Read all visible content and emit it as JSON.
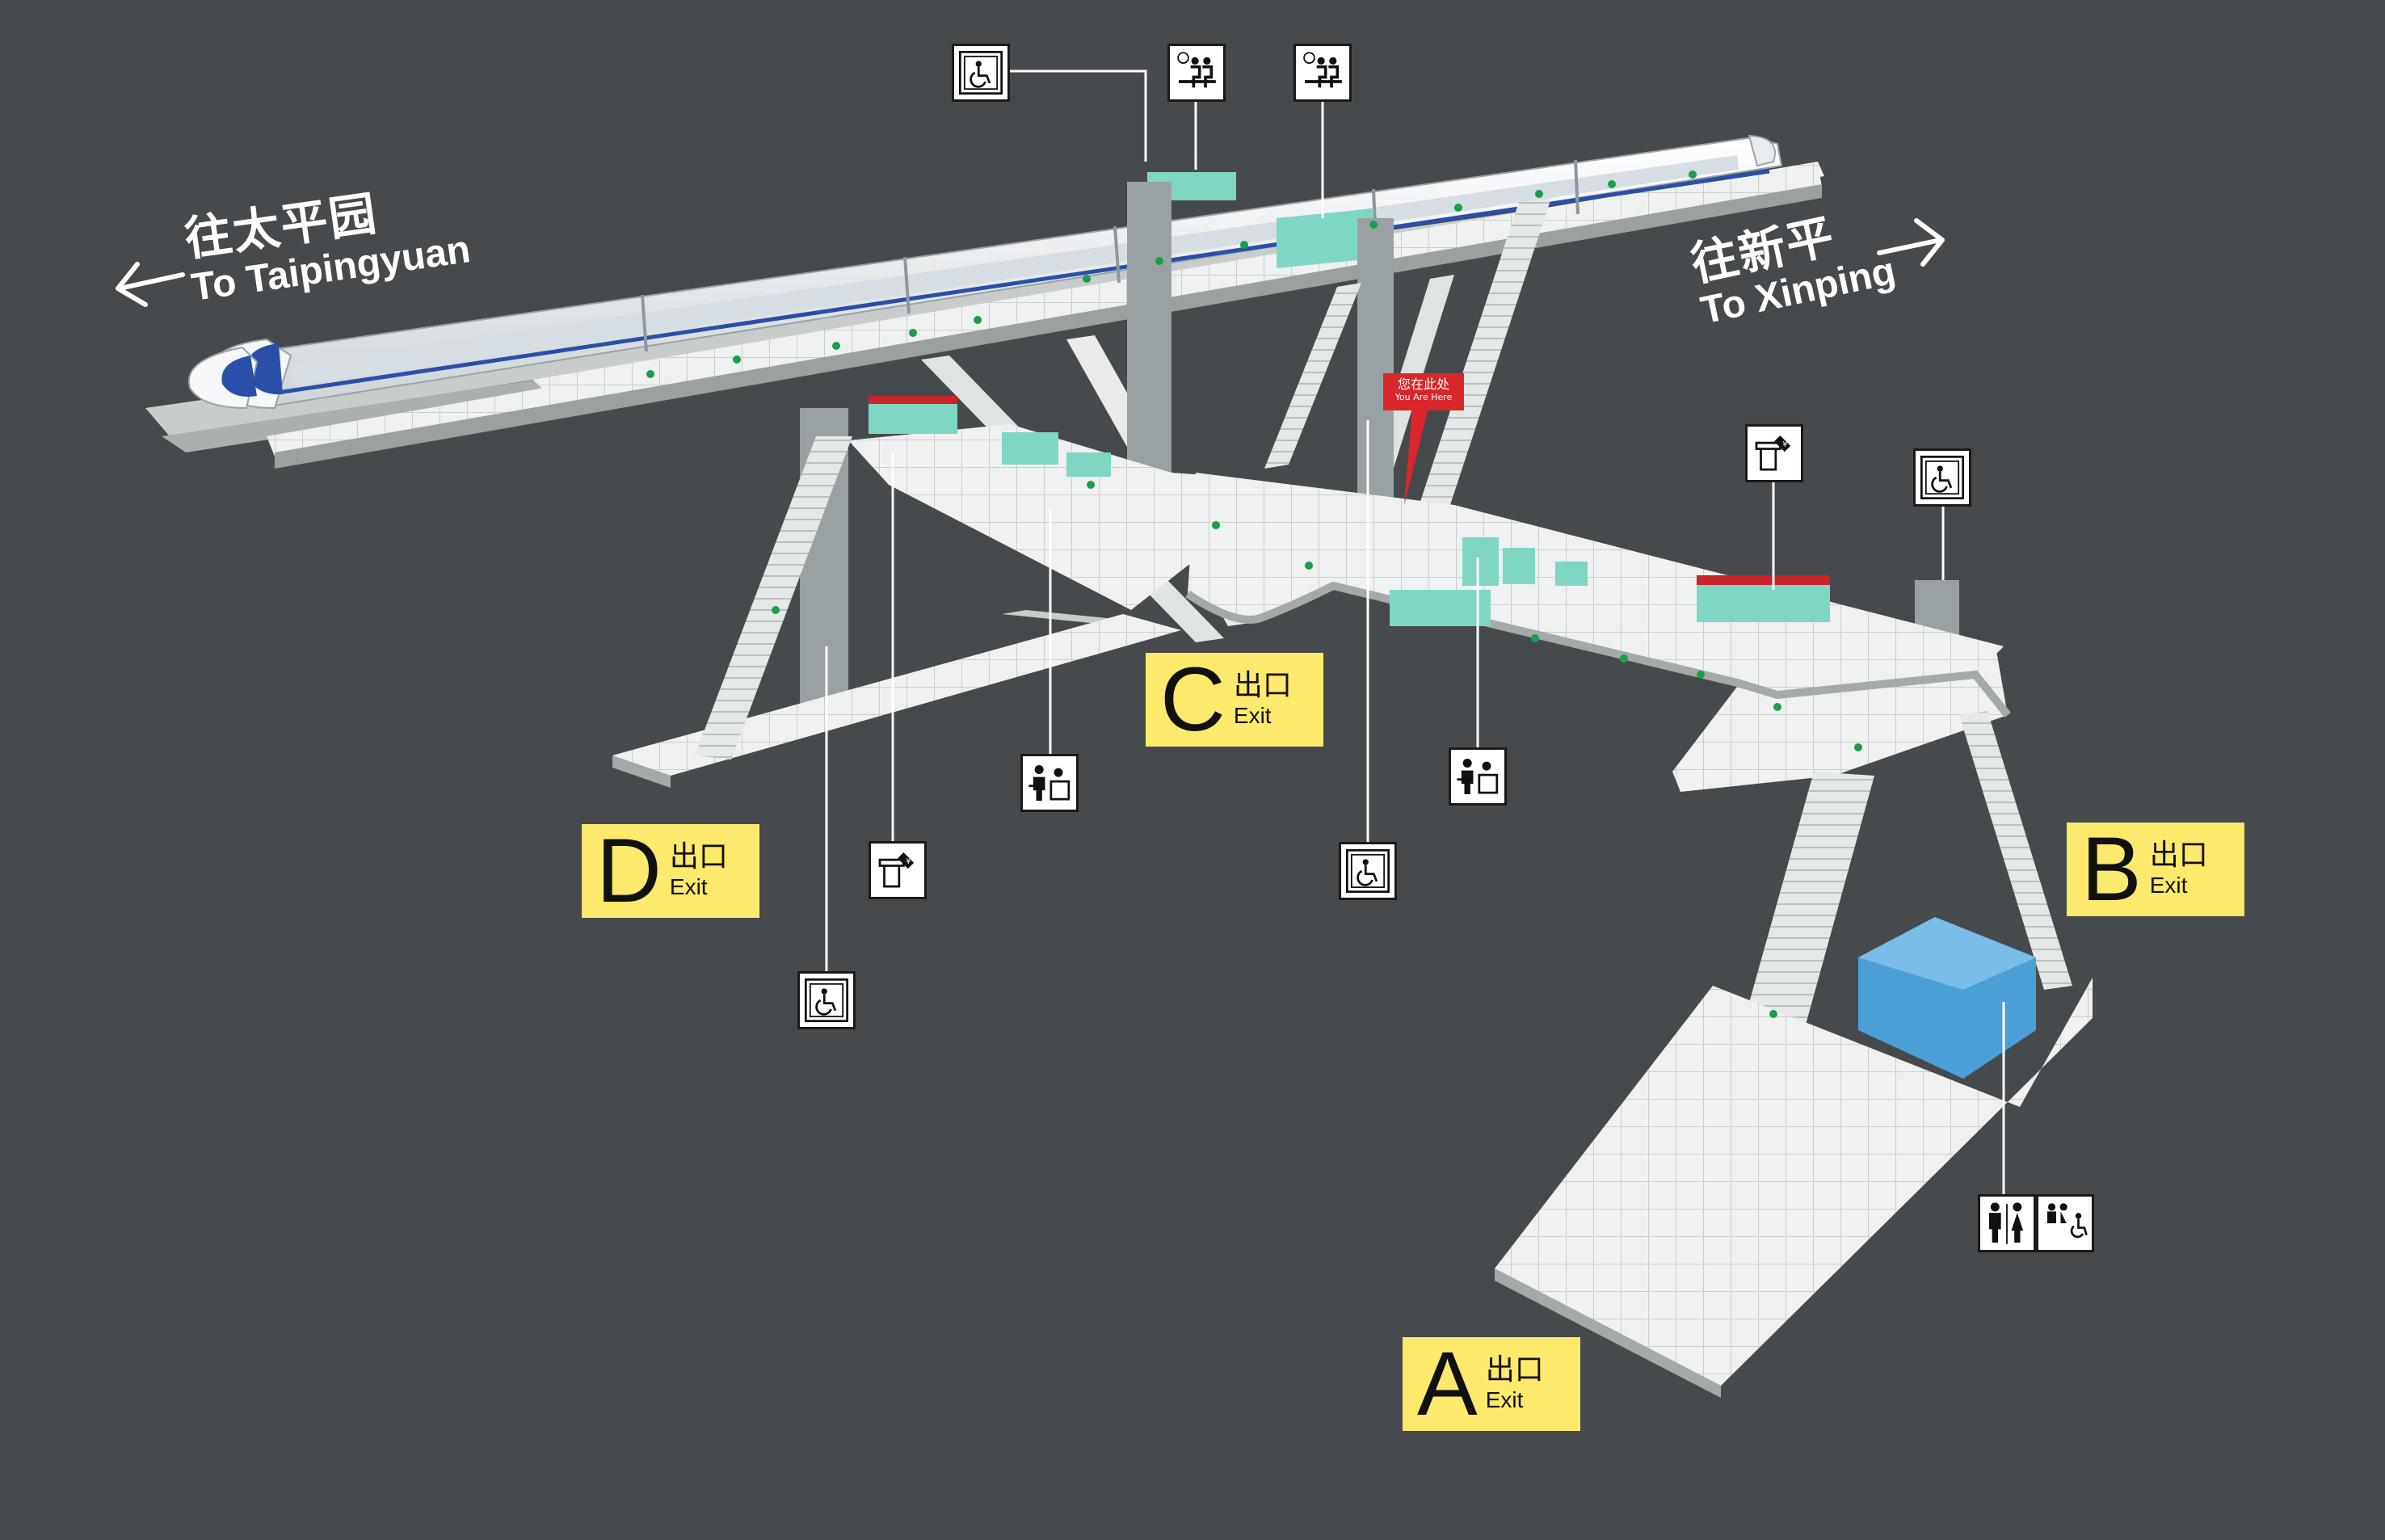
{
  "directions": {
    "left": {
      "cn": "往太平园",
      "en": "To Taipingyuan"
    },
    "right": {
      "cn": "往新平",
      "en": "To Xinping"
    }
  },
  "you_are_here": {
    "cn": "您在此处",
    "en": "You Are Here"
  },
  "exits": {
    "A": {
      "letter": "A",
      "cn": "出口",
      "en": "Exit"
    },
    "B": {
      "letter": "B",
      "cn": "出口",
      "en": "Exit"
    },
    "C": {
      "letter": "C",
      "cn": "出口",
      "en": "Exit"
    },
    "D": {
      "letter": "D",
      "cn": "出口",
      "en": "Exit"
    }
  },
  "icons": {
    "elevator": "accessible-elevator-icon",
    "waiting_seat": "waiting-seat-icon",
    "ticket_machine": "ticket-vending-machine-icon",
    "service_center": "customer-service-icon",
    "toilet": "toilet-icon",
    "accessible_toilet": "accessible-toilet-icon"
  },
  "colors": {
    "background": "#464a4d",
    "exit_sign": "#fde96b",
    "here_marker": "#d9262a",
    "train_accent": "#2a4fa8",
    "facility": "#7fd6c2",
    "toilet_block": "#4a9fd6",
    "gate_red": "#c8242a",
    "flow_arrow": "#1a9e4a"
  }
}
